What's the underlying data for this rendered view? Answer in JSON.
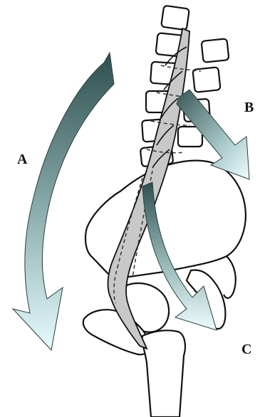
{
  "figure": {
    "labels": {
      "a": "A",
      "b": "B",
      "c": "C"
    }
  },
  "colors": {
    "arrow_dark": "#2f4f4f",
    "arrow_light": "#e6fbff",
    "bone_outline": "#111111",
    "muscle_fill": "#c8c8c8",
    "background": "#ffffff"
  },
  "icons": {
    "arrow_a": "curved-arrow",
    "arrow_b": "straight-arrow",
    "arrow_c": "curved-arrow"
  }
}
